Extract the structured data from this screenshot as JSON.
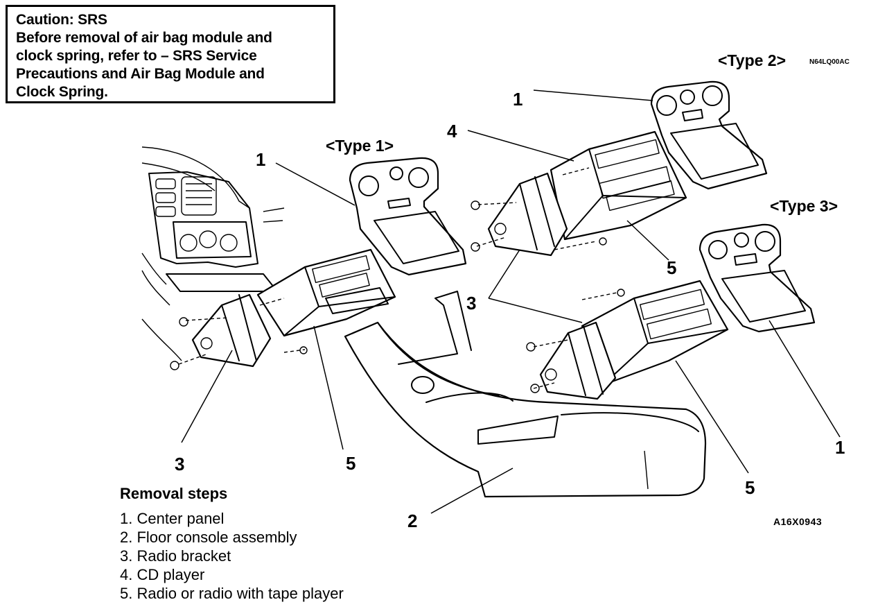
{
  "caution": {
    "lines": [
      "Caution: SRS",
      "Before removal of air bag module and",
      "clock spring, refer to – SRS  Service",
      "Precautions and Air Bag  Module and",
      "Clock Spring."
    ]
  },
  "types": {
    "type1": "<Type  1>",
    "type2": "<Type  2>",
    "type3": "<Type  3>",
    "type2_code": "N64LQ00AC"
  },
  "callouts": {
    "c1_type1": "1",
    "c1_type2": "1",
    "c1_type3": "1",
    "c2": "2",
    "c3_left": "3",
    "c3_right": "3",
    "c4": "4",
    "c5_left": "5",
    "c5_type2": "5",
    "c5_type3": "5"
  },
  "figure_id": "A16X0943",
  "removal_steps": {
    "title": "Removal steps",
    "items": [
      "1. Center panel",
      "2. Floor console assembly",
      "3. Radio bracket",
      "4. CD player",
      "5. Radio or radio with tape player"
    ]
  }
}
